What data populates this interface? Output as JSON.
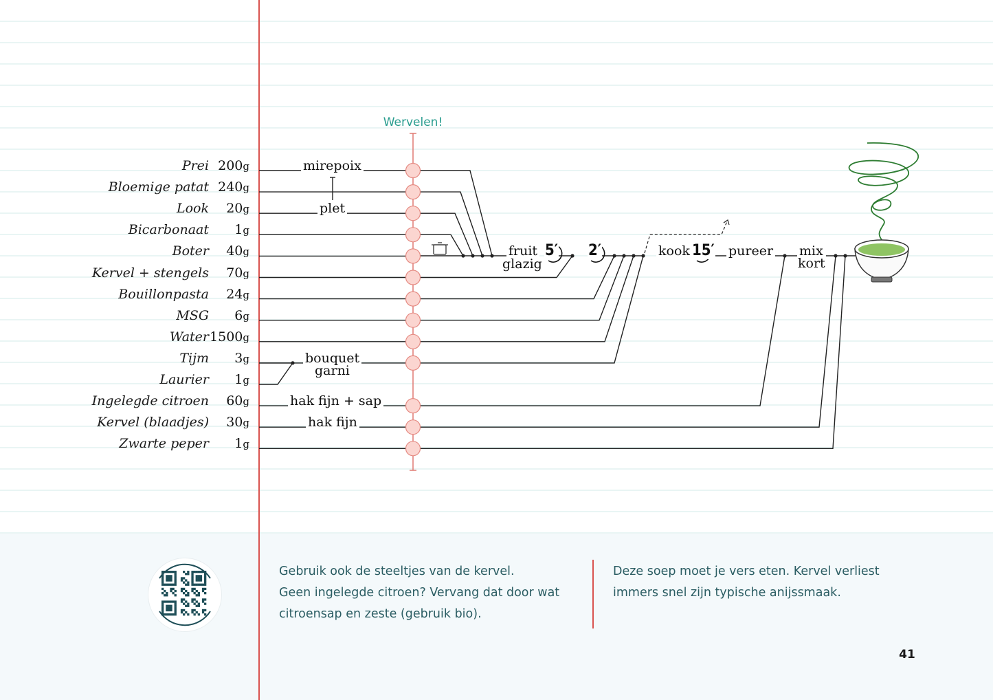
{
  "wervelen_label": "Wervelen!",
  "ingredients": [
    {
      "name": "Prei",
      "qty": "200",
      "unit": "g"
    },
    {
      "name": "Bloemige patat",
      "qty": "240",
      "unit": "g"
    },
    {
      "name": "Look",
      "qty": "20",
      "unit": "g"
    },
    {
      "name": "Bicarbonaat",
      "qty": "1",
      "unit": "g"
    },
    {
      "name": "Boter",
      "qty": "40",
      "unit": "g"
    },
    {
      "name": "Kervel + stengels",
      "qty": "70",
      "unit": "g"
    },
    {
      "name": "Bouillonpasta",
      "qty": "24",
      "unit": "g"
    },
    {
      "name": "MSG",
      "qty": "6",
      "unit": "g"
    },
    {
      "name": "Water",
      "qty": "1500",
      "unit": "g"
    },
    {
      "name": "Tijm",
      "qty": "3",
      "unit": "g"
    },
    {
      "name": "Laurier",
      "qty": "1",
      "unit": "g"
    },
    {
      "name": "Ingelegde citroen",
      "qty": "60",
      "unit": "g"
    },
    {
      "name": "Kervel (blaadjes)",
      "qty": "30",
      "unit": "g"
    },
    {
      "name": "Zwarte peper",
      "qty": "1",
      "unit": "g"
    }
  ],
  "prep_steps": {
    "mirepoix": "mirepoix",
    "plet": "plet",
    "bouquet_1": "bouquet",
    "bouquet_2": "garni",
    "hak_fijn_sap": "hak fijn + sap",
    "hak_fijn": "hak fijn"
  },
  "process_steps": {
    "fruit_1": "fruit",
    "fruit_2": "glazig",
    "timer_1": "5′",
    "timer_2": "2′",
    "kook": "kook",
    "timer_3": "15′",
    "pureer": "pureer",
    "mix_1": "mix",
    "mix_2": "kort"
  },
  "tips": {
    "left": [
      "Gebruik ook de steeltjes van de kervel.",
      "Geen ingelegde citroen? Vervang dat door wat",
      "citroensap en zeste (gebruik bio)."
    ],
    "right": [
      "Deze soep moet je vers eten. Kervel verliest",
      "immers snel zijn typische anijssmaak."
    ]
  },
  "page_number": "41",
  "colors": {
    "accent_red": "#d9534f",
    "teal": "#2a9d8f",
    "text_teal": "#2b5d63",
    "node_fill": "#fbd5d0",
    "bowl_green": "#8fc463",
    "steam_green": "#2e7d32"
  },
  "icons": [
    "pot-icon",
    "timer-icon",
    "soup-bowl-icon",
    "steam-icon",
    "qr-code"
  ]
}
